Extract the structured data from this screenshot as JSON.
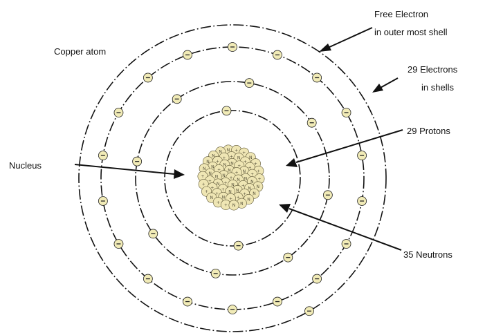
{
  "diagram": {
    "labels": {
      "copper_atom": "Copper atom",
      "free_electron_line1": "Free Electron",
      "free_electron_line2": "in outer most shell",
      "electrons_line1": "29 Electrons",
      "electrons_line2": "in shells",
      "protons": "29 Protons",
      "nucleus": "Nucleus",
      "neutrons": "35 Neutrons"
    },
    "electron_symbol": "−",
    "proton_symbol": "+",
    "neutron_symbol": "N",
    "shell_electron_counts": [
      2,
      8,
      18,
      1
    ],
    "colors": {
      "line": "#111111",
      "electron_fill": "#f1ebb7",
      "nucleus_fill": "#efe6b4",
      "nucleus_stroke": "#5d5636"
    }
  }
}
